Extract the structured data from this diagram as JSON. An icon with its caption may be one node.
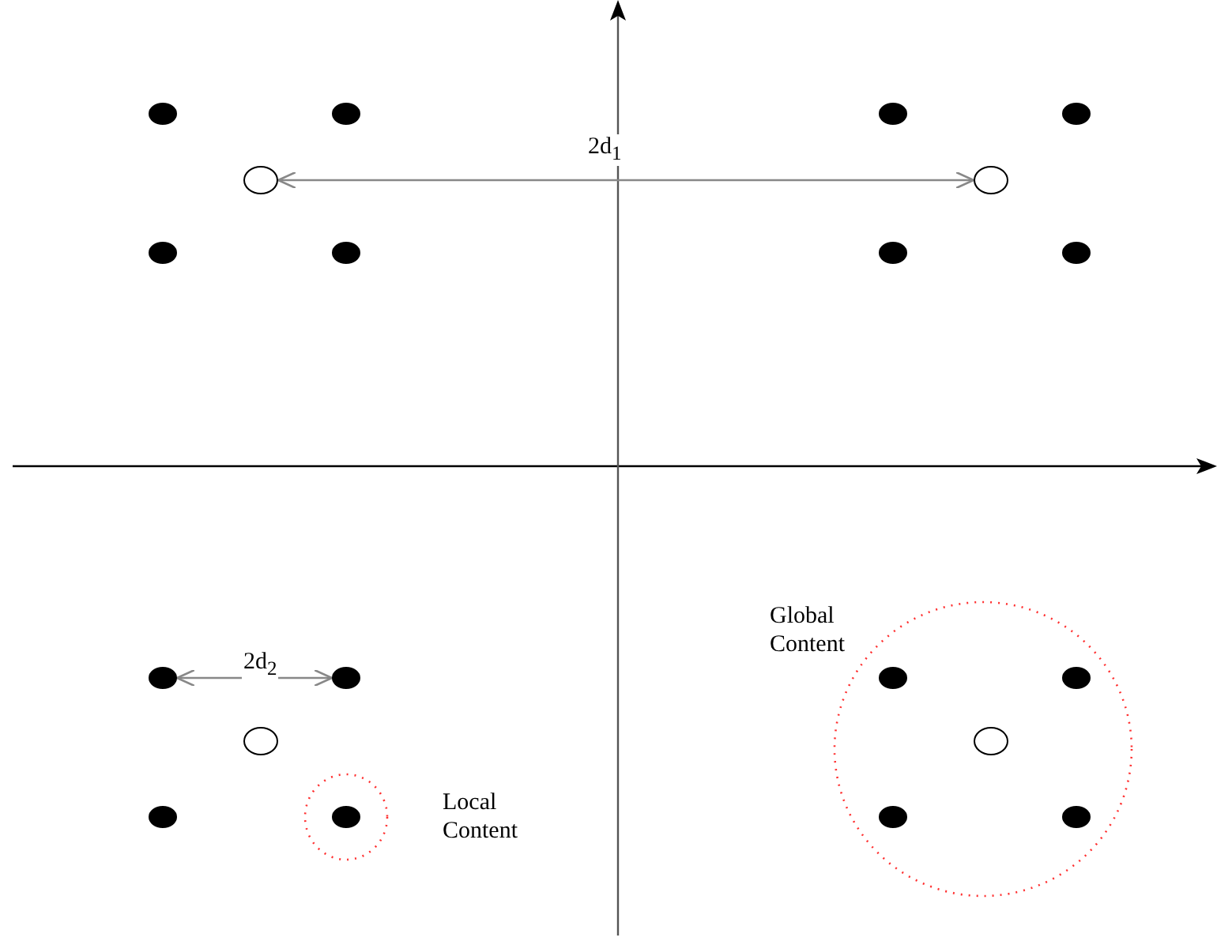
{
  "diagram": {
    "nodes": [
      {
        "text": [],
        "shape": "circle"
      },
      {
        "text": [],
        "shape": "circle"
      },
      {
        "text": [],
        "shape": "circle"
      },
      {
        "text": [],
        "shape": "circle"
      },
      {
        "text": [],
        "shape": "circle"
      },
      {
        "text": [],
        "shape": "circle"
      },
      {
        "text": [],
        "shape": "circle"
      },
      {
        "text": [],
        "shape": "circle"
      },
      {
        "text": [],
        "shape": "circle"
      },
      {
        "text": [],
        "shape": "circle"
      },
      {
        "text": [
          "Global Content"
        ]
      },
      {
        "text": [],
        "shape": "circle"
      },
      {
        "text": [],
        "shape": "circle"
      },
      {
        "text": [],
        "shape": "circle",
        "in": 10
      },
      {
        "text": [],
        "shape": "circle",
        "in": 10
      },
      {
        "text": [],
        "shape": "circle"
      },
      {
        "text": [],
        "shape": "circle",
        "in": 10
      },
      {
        "text": [
          "Local Content"
        ]
      },
      {
        "text": [],
        "shape": "circle"
      },
      {
        "text": [],
        "shape": "circle",
        "in": 17
      },
      {
        "text": [],
        "shape": "circle",
        "in": 10
      },
      {
        "text": [],
        "shape": "circle",
        "in": 10
      }
    ],
    "edges": [
      {
        "from": 4,
        "to": 5,
        "arrow": "both",
        "label": "2d$_{1}$"
      },
      {
        "from": 11,
        "to": 12,
        "arrow": "both",
        "label": "2d$_{2}$"
      }
    ]
  }
}
